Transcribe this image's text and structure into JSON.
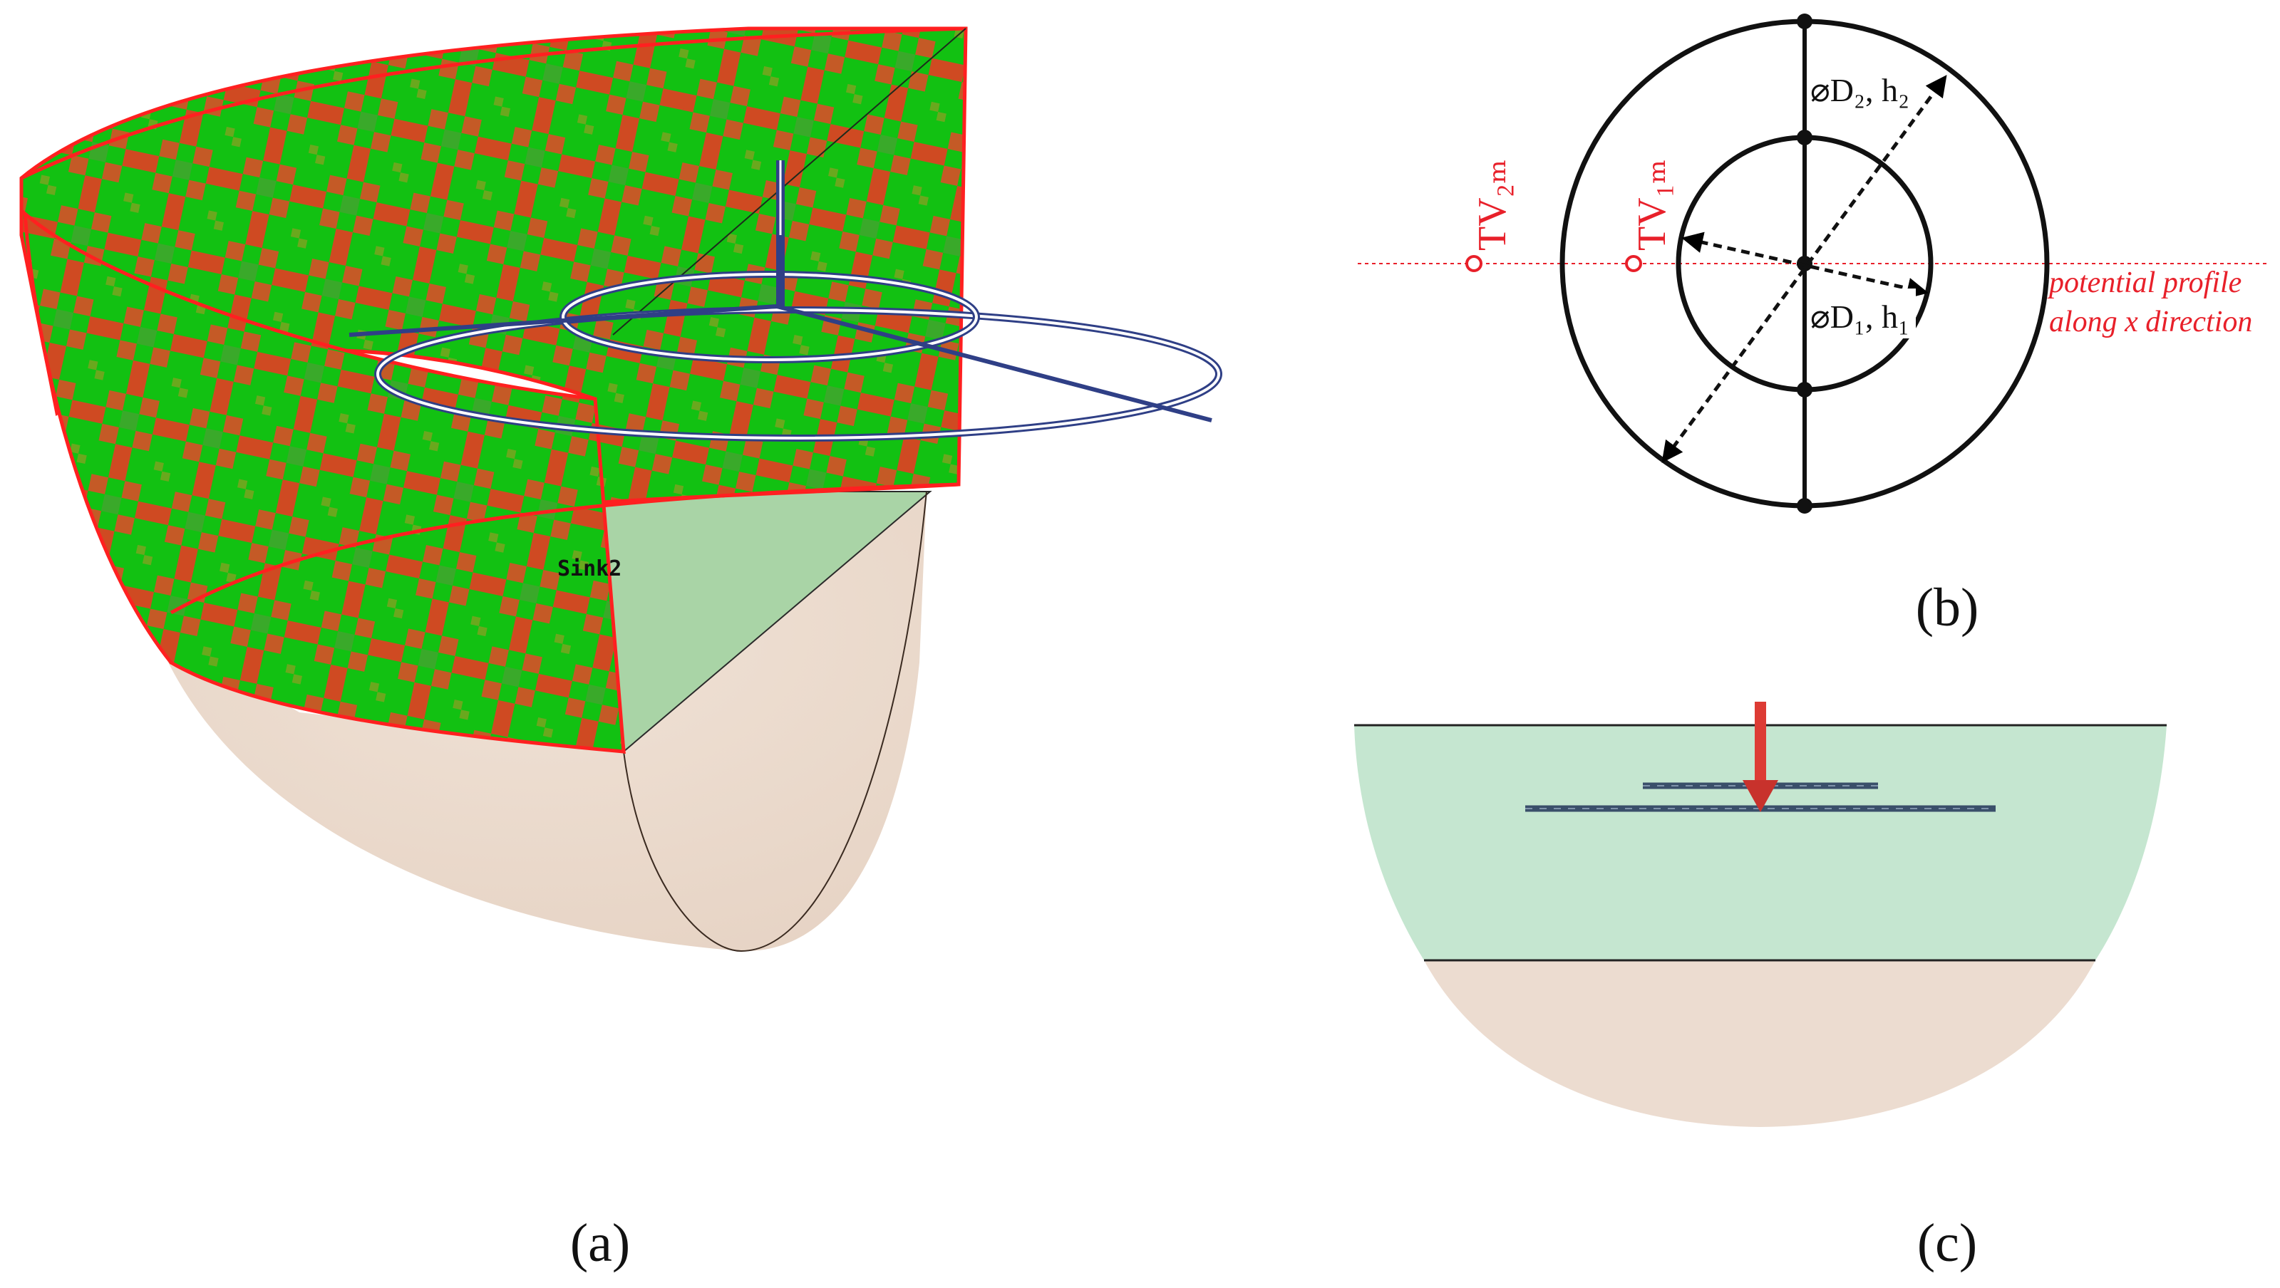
{
  "panel_a": {
    "caption": "(a)",
    "mesh_label": "Sink2",
    "colors": {
      "mesh_green": "#12c112",
      "mesh_red": "#d04a22",
      "edge_red": "#ff2020",
      "soil": "#ecdccf",
      "water_face": "#a9d4a6",
      "electrode": "#2f3f86"
    }
  },
  "panel_b": {
    "caption": "(b)",
    "labels": {
      "outer_ring": "⌀D₂, h₂",
      "inner_ring": "⌀D₁, h₁",
      "tv2": "TV₂ₘ",
      "tv1": "TV₁ₘ",
      "profile_line1": "potential profile",
      "profile_line2": "along x direction"
    },
    "colors": {
      "profile": "#e8202a",
      "rings": "#111111"
    }
  },
  "panel_c": {
    "caption": "(c)",
    "colors": {
      "upper_layer": "#c5e6d0",
      "lower_layer": "#ecdcd0",
      "arrow": "#dd3b34",
      "electrode": "#3a4f6a"
    }
  }
}
